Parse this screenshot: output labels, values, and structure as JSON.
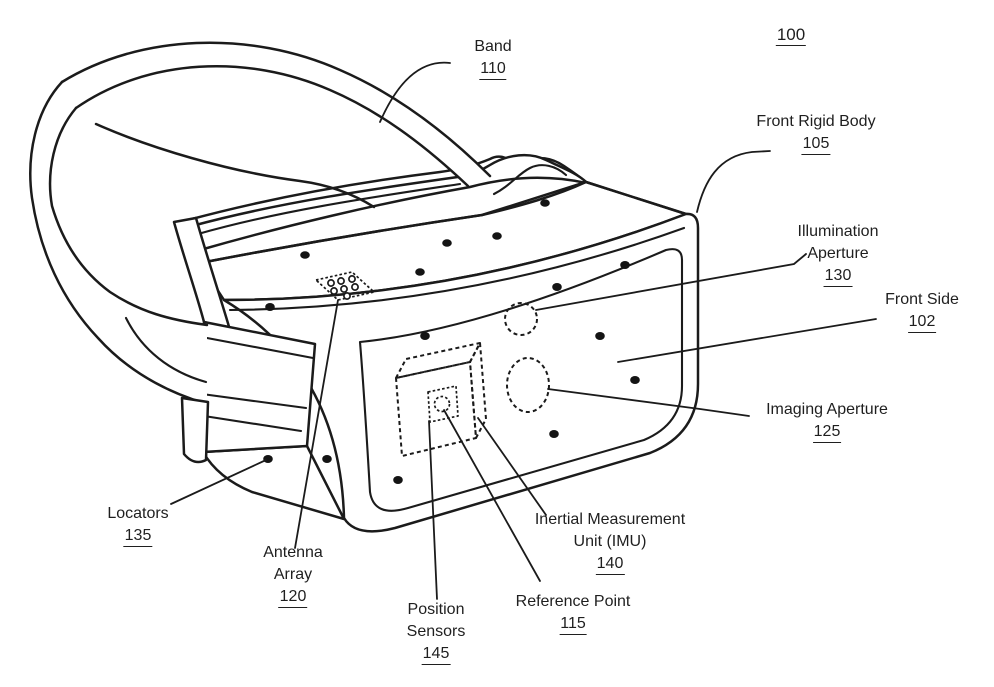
{
  "figure": {
    "number": "100"
  },
  "colors": {
    "line": "#1b1b1b",
    "background": "#ffffff",
    "text": "#1f1f1f"
  },
  "labels": {
    "band": {
      "line1": "Band",
      "number": "110"
    },
    "front_rigid_body": {
      "line1": "Front Rigid Body",
      "number": "105"
    },
    "illumination_aperture": {
      "line1": "Illumination",
      "line2": "Aperture",
      "number": "130"
    },
    "front_side": {
      "line1": "Front Side",
      "number": "102"
    },
    "imaging_aperture": {
      "line1": "Imaging Aperture",
      "number": "125"
    },
    "locators": {
      "line1": "Locators",
      "number": "135"
    },
    "antenna_array": {
      "line1": "Antenna",
      "line2": "Array",
      "number": "120"
    },
    "position_sensors": {
      "line1": "Position",
      "line2": "Sensors",
      "number": "145"
    },
    "inertial_measurement_unit": {
      "line1": "Inertial Measurement",
      "line2": "Unit (IMU)",
      "number": "140"
    },
    "reference_point": {
      "line1": "Reference Point",
      "number": "115"
    }
  }
}
